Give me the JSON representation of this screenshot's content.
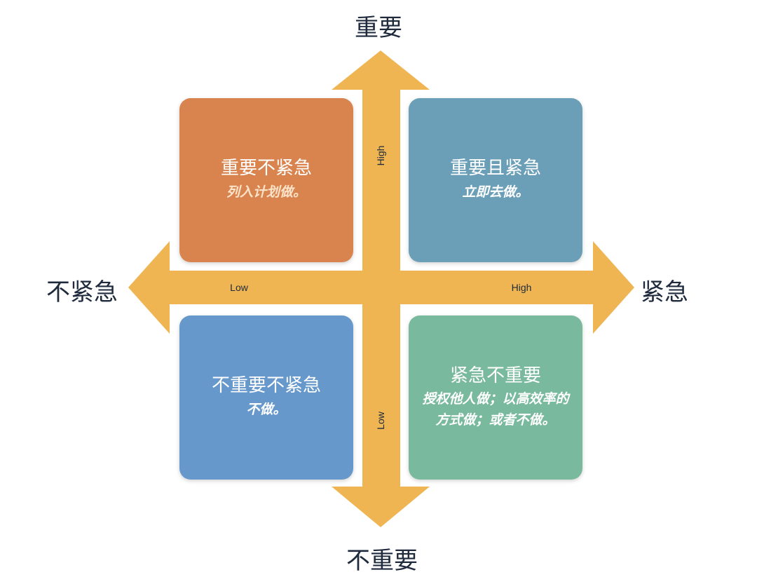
{
  "axes": {
    "top": "重要",
    "bottom": "不重要",
    "left": "不紧急",
    "right": "紧急",
    "x_low": "Low",
    "x_high": "High",
    "y_high": "High",
    "y_low": "Low"
  },
  "quadrants": {
    "top_left": {
      "title": "重要不紧急",
      "action": "列入计划做。"
    },
    "top_right": {
      "title": "重要且紧急",
      "action": "立即去做。"
    },
    "bottom_left": {
      "title": "不重要不紧急",
      "action": "不做。"
    },
    "bottom_right": {
      "title": "紧急不重要",
      "action": "授权他人做；以高效率的方式做；或者不做。"
    }
  },
  "colors": {
    "arrow": "#efb552",
    "top_left": "#d9844f",
    "top_right": "#6a9fb7",
    "bottom_left": "#6698cc",
    "bottom_right": "#79b99d",
    "axis_text": "#1f2b3d"
  }
}
